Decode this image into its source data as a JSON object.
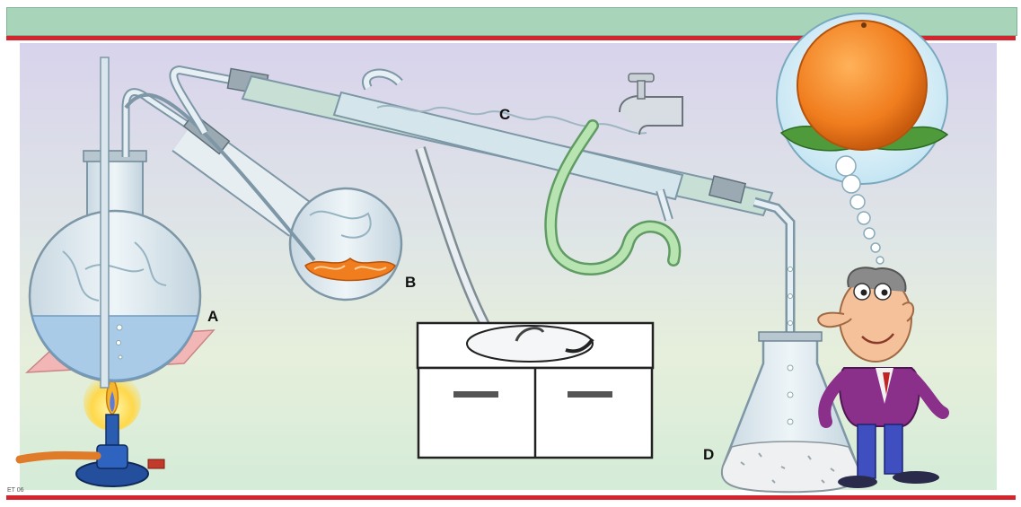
{
  "labels": {
    "a": "A",
    "b": "B",
    "c": "C",
    "d": "D",
    "credit": "ET 06"
  },
  "colors": {
    "band": "#a8d5b9",
    "rule": "#d4242e",
    "glass": "#dfe9ef",
    "water": "#a9cbe8",
    "orange": "#f07d1e",
    "hose": "#9fd49a"
  },
  "icons": [
    "bunsen-burner-icon",
    "faucet-icon",
    "orange-fruit-icon",
    "scientist-icon",
    "sink-cabinet-icon"
  ]
}
